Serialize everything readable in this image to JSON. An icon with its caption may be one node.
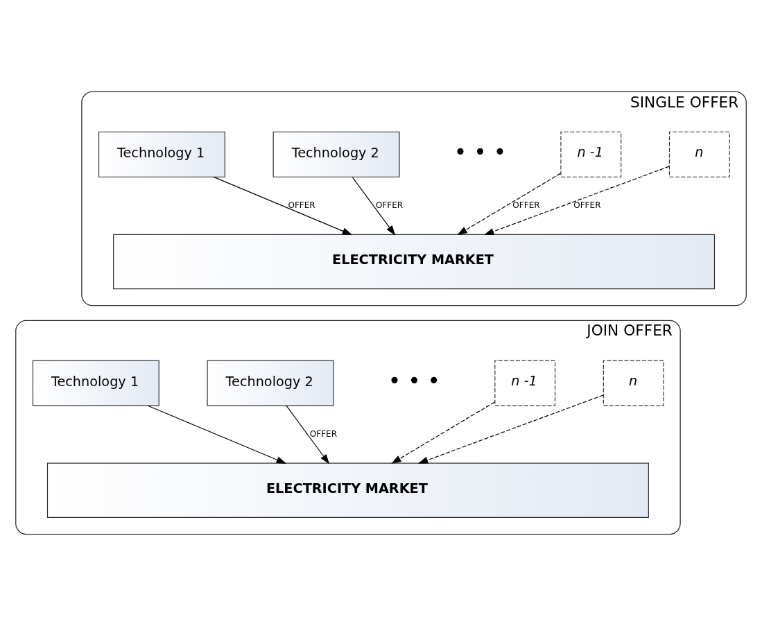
{
  "diagram": {
    "nodes": [
      {
        "text": [
          "SINGLE OFFER"
        ]
      },
      {
        "text": [
          "Technology 1"
        ],
        "in": 0
      },
      {
        "text": [
          "Technology 2"
        ],
        "in": 0
      },
      {
        "text": [
          "• • •"
        ],
        "in": 0
      },
      {
        "text": [
          "n -1"
        ],
        "in": 0
      },
      {
        "text": [
          "n"
        ],
        "in": 0
      },
      {
        "text": [
          "ELECTRICITY MARKET"
        ],
        "in": 0
      },
      {
        "text": [
          "JOIN OFFER"
        ]
      },
      {
        "text": [
          "Technology 1"
        ],
        "in": 7
      },
      {
        "text": [
          "Technology 2"
        ],
        "in": 7
      },
      {
        "text": [
          "• • •"
        ],
        "in": 7
      },
      {
        "text": [
          "n -1"
        ],
        "in": 7
      },
      {
        "text": [
          "n"
        ],
        "in": 7
      },
      {
        "text": [
          "ELECTRICITY MARKET"
        ],
        "in": 7
      }
    ],
    "edges": [
      {
        "from": 1,
        "to": 6,
        "arrow": "to",
        "label": "OFFER"
      },
      {
        "from": 2,
        "to": 6,
        "arrow": "to",
        "label": "OFFER"
      },
      {
        "from": 4,
        "to": 6,
        "arrow": "to",
        "label": "OFFER",
        "style": "dashed"
      },
      {
        "from": 5,
        "to": 6,
        "arrow": "to",
        "label": "OFFER",
        "style": "dashed"
      },
      {
        "from": 8,
        "to": 13,
        "arrow": "to"
      },
      {
        "from": 9,
        "to": 13,
        "arrow": "to",
        "label": "OFFER"
      },
      {
        "from": 11,
        "to": 13,
        "arrow": "to",
        "style": "dashed"
      },
      {
        "from": 12,
        "to": 13,
        "arrow": "to",
        "style": "dashed"
      }
    ]
  }
}
